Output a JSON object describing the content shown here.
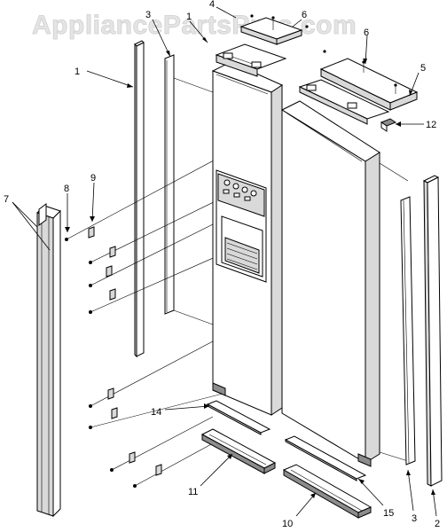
{
  "watermark": "AppliancePartsPros.com",
  "callouts": {
    "c1_left": "1",
    "c1_top": "1",
    "c2": "2",
    "c3_top": "3",
    "c3_bottom": "3",
    "c4": "4",
    "c5": "5",
    "c6_left": "6",
    "c6_right": "6",
    "c7": "7",
    "c8": "8",
    "c9": "9",
    "c10": "10",
    "c11": "11",
    "c12": "12",
    "c14": "14",
    "c15": "15"
  },
  "colors": {
    "line": "#000000",
    "background": "#ffffff",
    "watermark": "#e4e4e4"
  }
}
